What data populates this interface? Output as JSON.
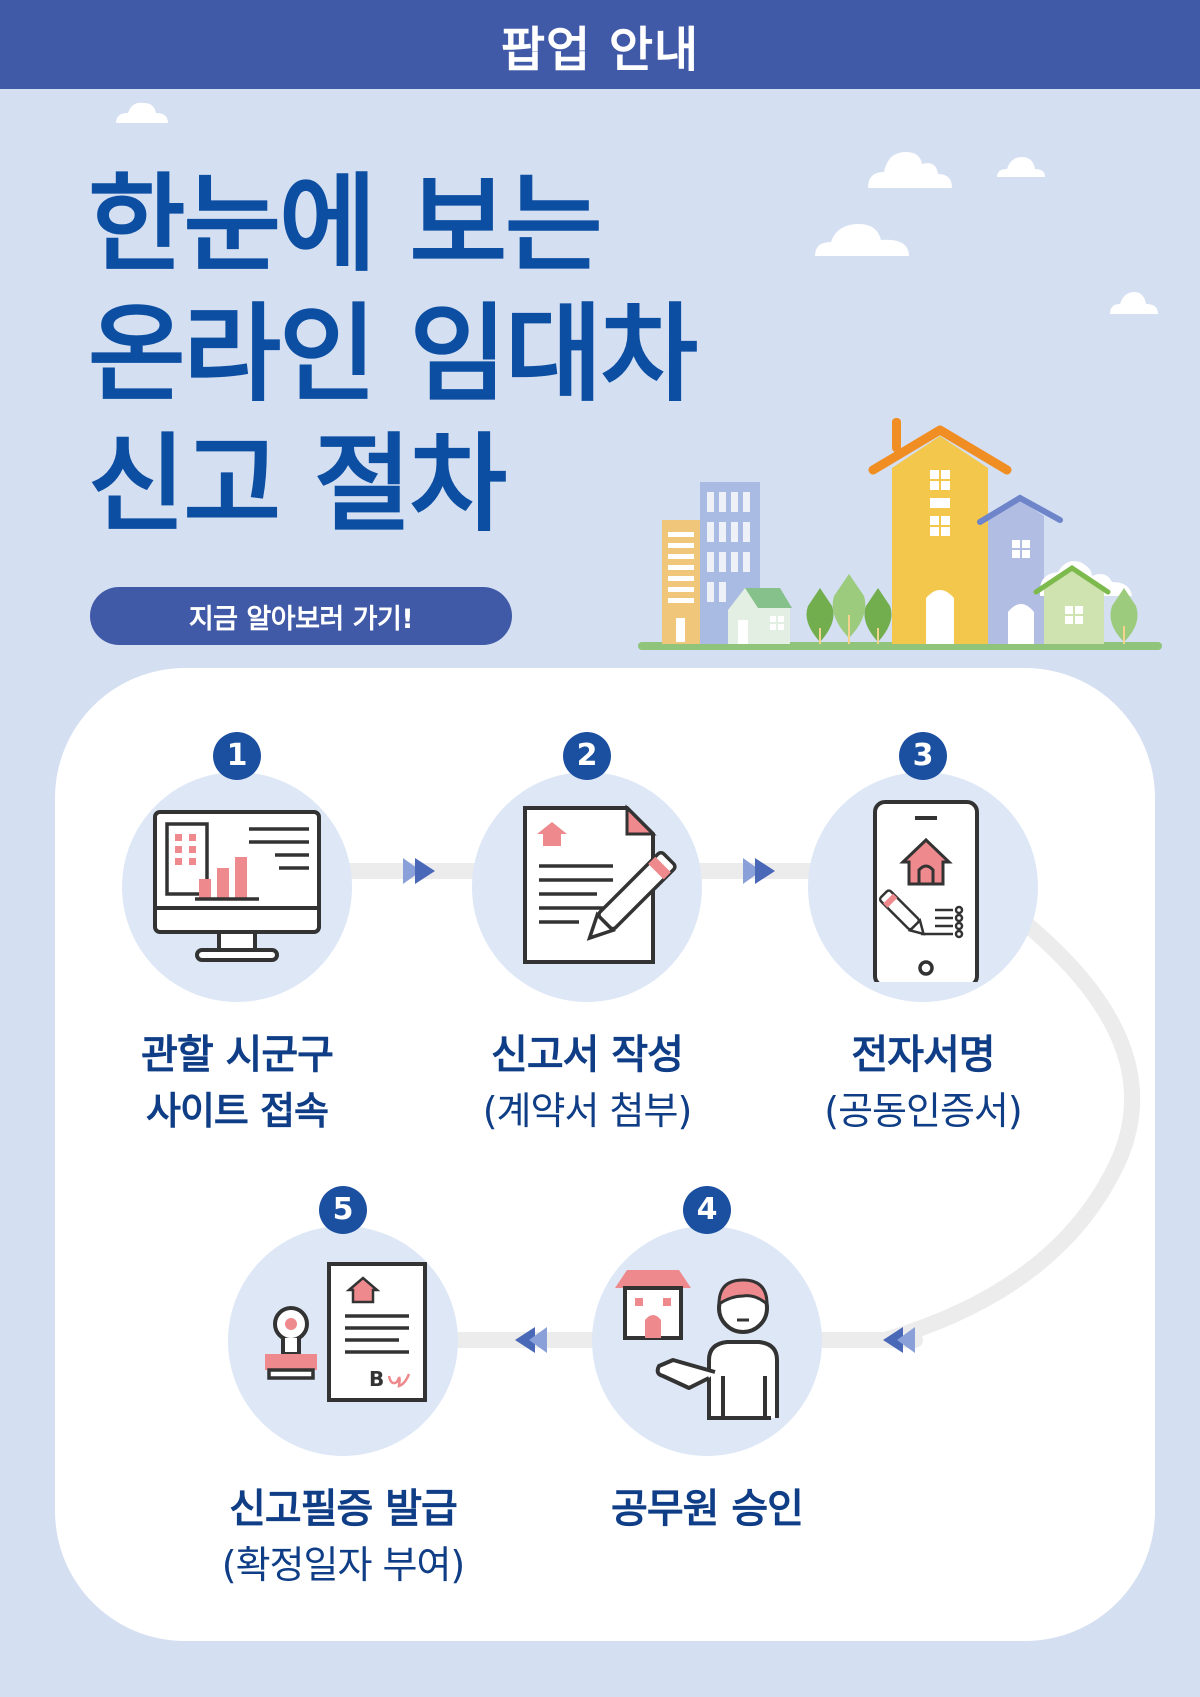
{
  "header": {
    "title": "팝업 안내"
  },
  "hero": {
    "title_lines": [
      "한눈에 보는",
      "온라인 임대차",
      "신고 절차"
    ],
    "cta_label": "지금 알아보러 가기!"
  },
  "colors": {
    "background": "#d4dff2",
    "header_bar": "#415aa7",
    "title_blue": "#0c4ea2",
    "step_text": "#0f3d86",
    "badge": "#1b4fa0",
    "disc": "#dde7f6",
    "accent_pink": "#ee8a8e",
    "arrow": "#4a68b8"
  },
  "steps": [
    {
      "number": "1",
      "label": "관할 시군구",
      "sub": "사이트 접속",
      "sub_bold": true,
      "icon": "monitor-chart-icon"
    },
    {
      "number": "2",
      "label": "신고서 작성",
      "sub": "(계약서 첨부)",
      "sub_bold": false,
      "icon": "document-pencil-icon"
    },
    {
      "number": "3",
      "label": "전자서명",
      "sub": "(공동인증서)",
      "sub_bold": false,
      "icon": "smartphone-sign-icon"
    },
    {
      "number": "4",
      "label": "공무원 승인",
      "sub": "",
      "sub_bold": false,
      "icon": "official-house-icon"
    },
    {
      "number": "5",
      "label": "신고필증 발급",
      "sub": "(확정일자 부여)",
      "sub_bold": false,
      "icon": "stamp-certificate-icon"
    }
  ]
}
